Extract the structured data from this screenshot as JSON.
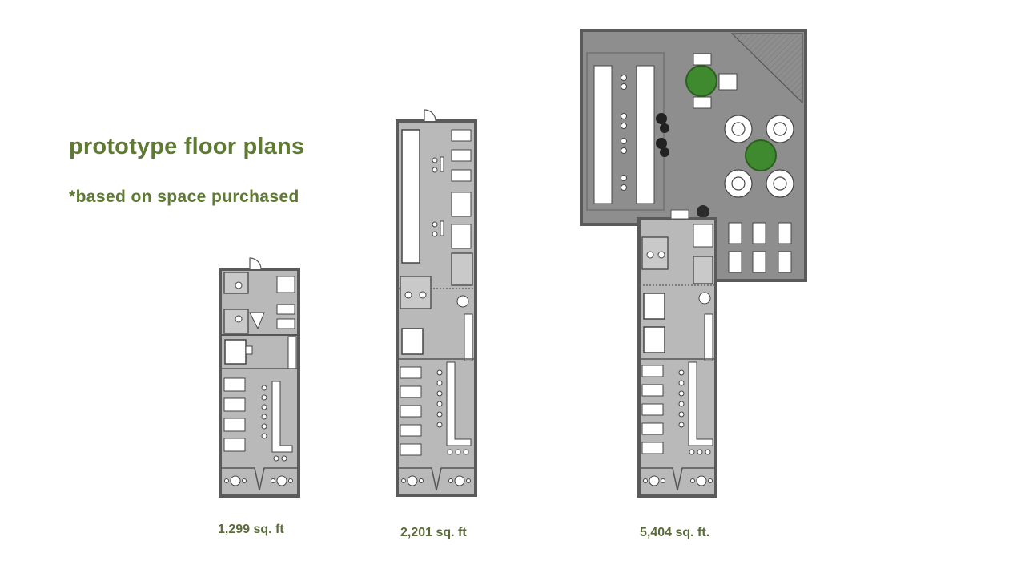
{
  "heading": "prototype floor plans",
  "subheading": "*based on space purchased",
  "plans": [
    {
      "id": "small",
      "area_label": "1,299 sq. ft"
    },
    {
      "id": "medium",
      "area_label": "2,201 sq. ft"
    },
    {
      "id": "large",
      "area_label": "5,404 sq. ft."
    }
  ],
  "colors": {
    "text": "#5e7a33",
    "wall": "#6b6b6b",
    "floor": "#b9b9b9",
    "patio": "#8e8e8e",
    "furniture": "#ffffff",
    "plant": "#3f8a2e"
  }
}
